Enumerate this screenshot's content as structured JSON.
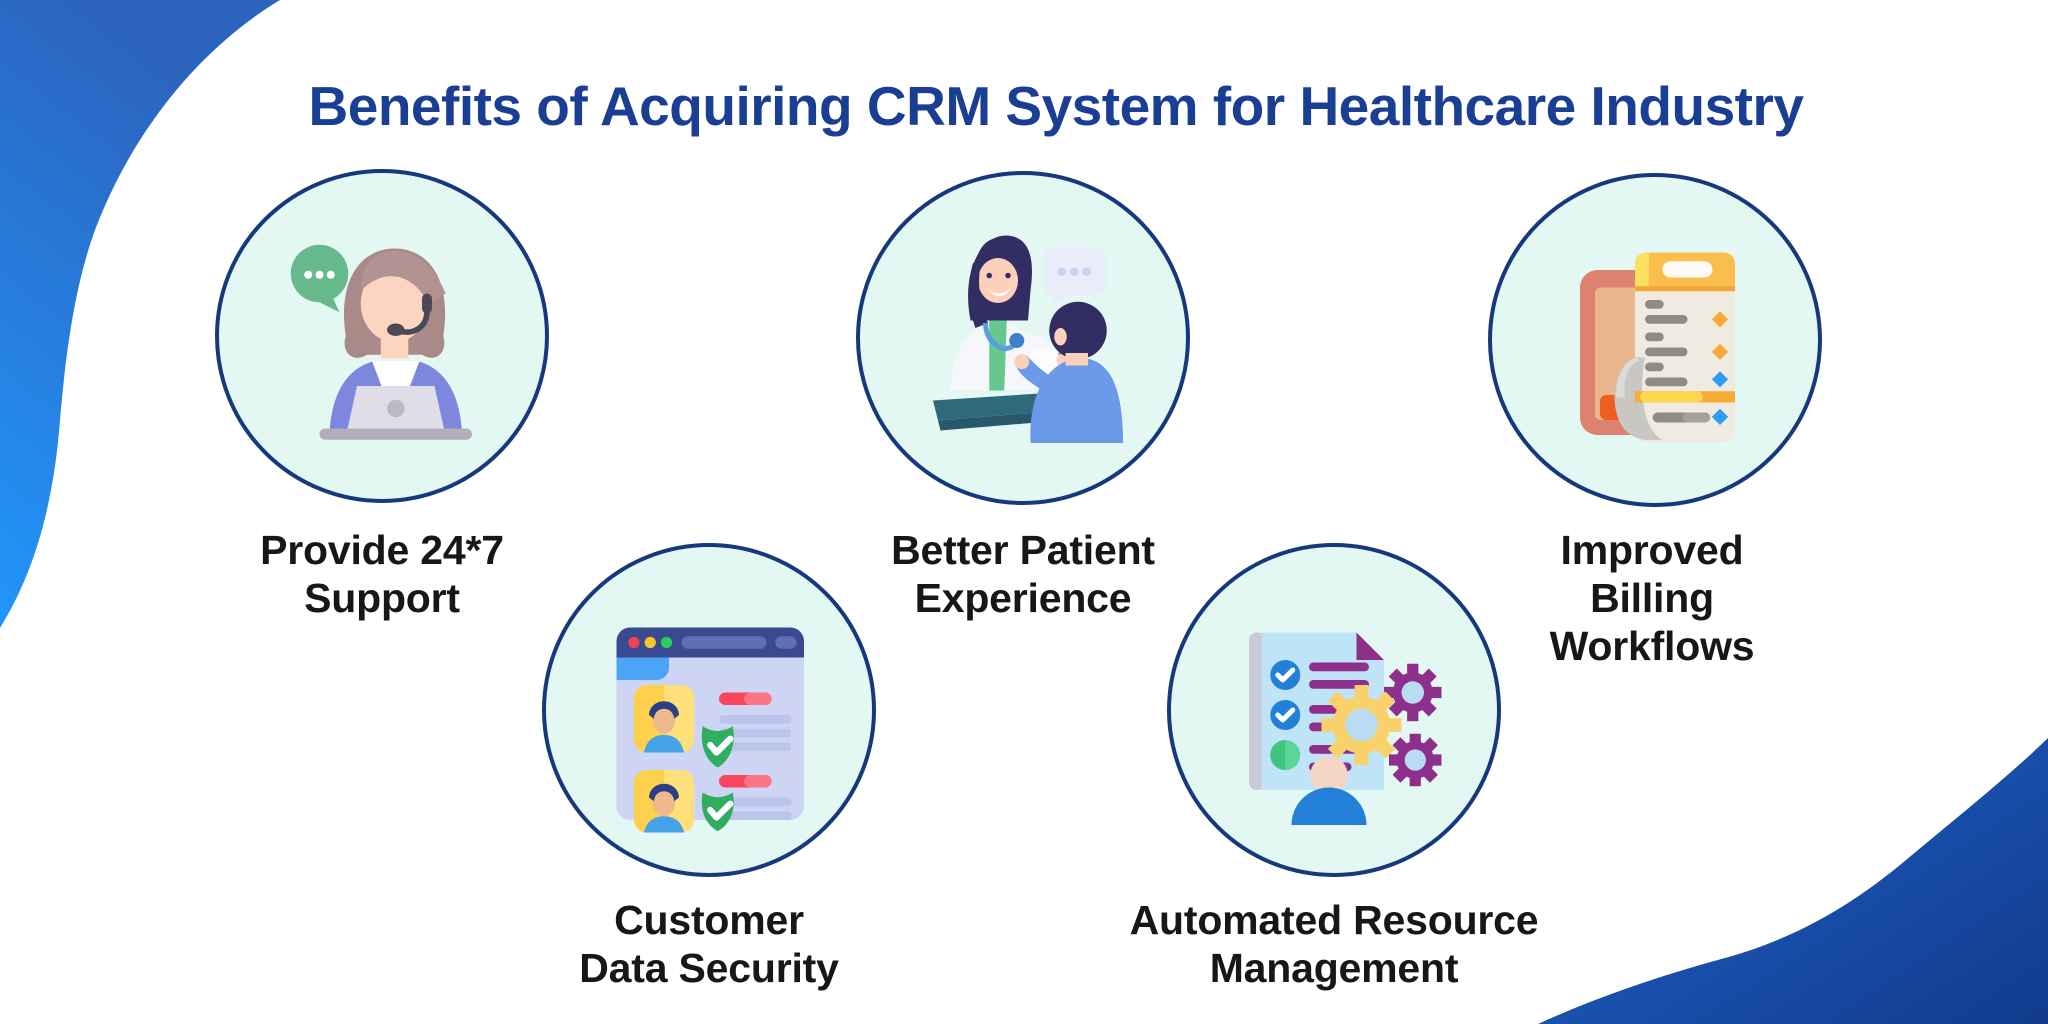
{
  "title": "Benefits of Acquiring CRM System for Healthcare Industry",
  "colors": {
    "title_text": "#1a3e93",
    "label_text": "#17171a",
    "circle_fill": "#e3f8f3",
    "circle_border": "#16397d",
    "corner_top_left_gradient": [
      "#2c63bd",
      "#2196fb"
    ],
    "corner_bottom_right_gradient": [
      "#1e63c8",
      "#123a8c"
    ]
  },
  "benefits": [
    {
      "icon": "support-agent-icon",
      "label": "Provide 24*7 Support",
      "lines": [
        "Provide 24*7",
        "Support"
      ]
    },
    {
      "icon": "doctor-patient-icon",
      "label": "Better Patient Experience",
      "lines": [
        "Better Patient",
        "Experience"
      ]
    },
    {
      "icon": "billing-clipboard-icon",
      "label": "Improved Billing Workflows",
      "lines": [
        "Improved",
        "Billing",
        "Workflows"
      ]
    },
    {
      "icon": "customer-data-security-icon",
      "label": "Customer Data Security",
      "lines": [
        "Customer",
        "Data Security"
      ]
    },
    {
      "icon": "automation-gears-icon",
      "label": "Automated Resource Management",
      "lines": [
        "Automated Resource",
        "Management"
      ]
    }
  ]
}
